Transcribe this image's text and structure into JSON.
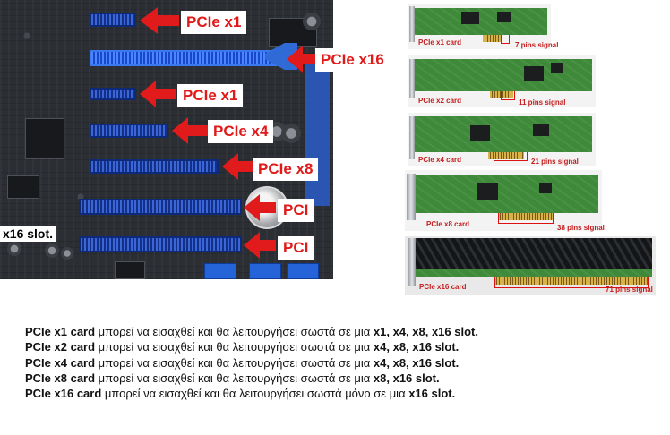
{
  "motherboard": {
    "callouts": [
      {
        "key": "x1_top",
        "label": "PCIe x1"
      },
      {
        "key": "x16",
        "label": "PCIe x16"
      },
      {
        "key": "x1_mid",
        "label": "PCIe x1"
      },
      {
        "key": "x4",
        "label": "PCIe x4"
      },
      {
        "key": "x8",
        "label": "PCIe x8"
      },
      {
        "key": "pci1",
        "label": "PCI"
      },
      {
        "key": "pci2",
        "label": "PCI"
      }
    ],
    "slot_note": "x16 slot."
  },
  "cards": [
    {
      "label": "PCIe x1 card",
      "signal": "7 pins signal"
    },
    {
      "label": "PCIe x2 card",
      "signal": "11 pins signal"
    },
    {
      "label": "PCIe x4 card",
      "signal": "21 pins signal"
    },
    {
      "label": "PCIe x8 card",
      "signal": "38 pins signal"
    },
    {
      "label": "PCIe x16 card",
      "signal": "71 pins signal"
    }
  ],
  "descriptions": [
    {
      "card": "PCIe x1 card",
      "text": " μπορεί να εισαχθεί και θα λειτουργήσει σωστά σε μια ",
      "slots": " x1, x4, x8, x16 slot."
    },
    {
      "card": "PCIe x2 card",
      "text": " μπορεί να εισαχθεί και θα λειτουργήσει σωστά σε μια ",
      "slots": " x4, x8, x16 slot."
    },
    {
      "card": "PCIe x4 card",
      "text": " μπορεί να εισαχθεί και θα λειτουργήσει σωστά σε μια ",
      "slots": " x4, x8, x16 slot."
    },
    {
      "card": "PCIe x8 card",
      "text": " μπορεί να εισαχθεί και θα λειτουργήσει σωστά σε μια ",
      "slots": " x8, x16 slot."
    },
    {
      "card": "PCIe x16 card",
      "text": " μπορεί να εισαχθεί και θα λειτουργήσει σωστά μόνο σε μια ",
      "slots": " x16 slot."
    }
  ]
}
